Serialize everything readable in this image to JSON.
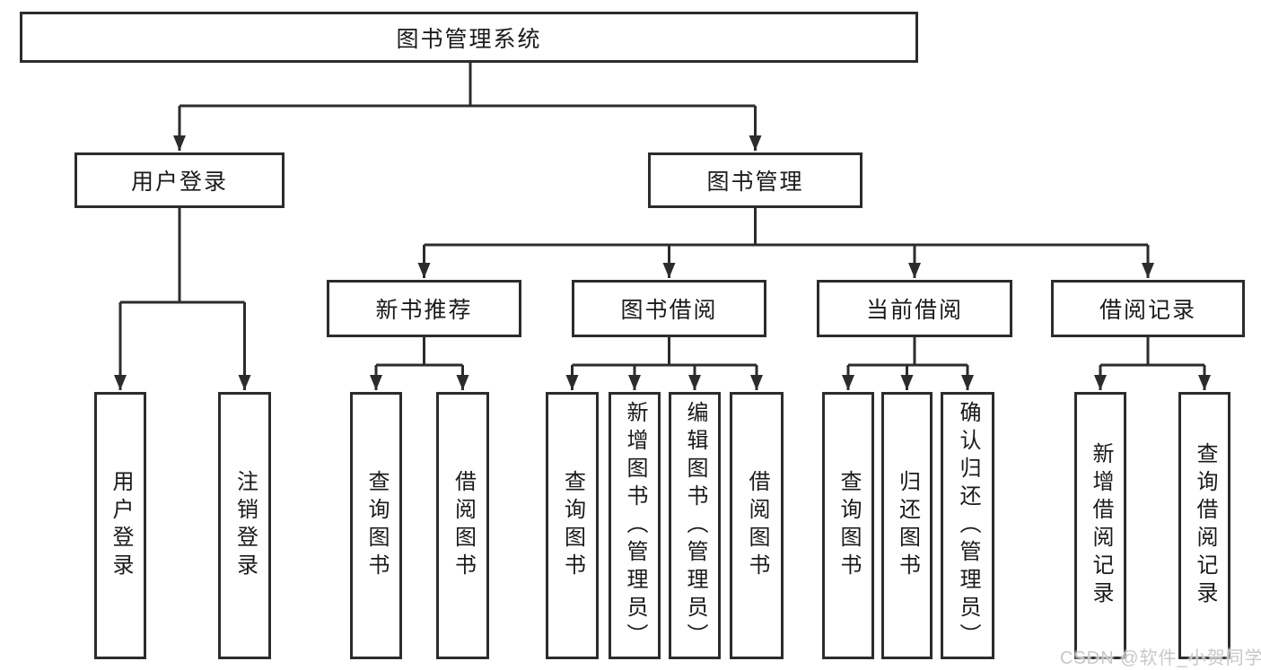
{
  "diagram": {
    "type": "tree-structure-diagram",
    "title": "图书管理系统",
    "colors": {
      "background": "#ffffff",
      "line": "#2c2c2c",
      "box_border": "#2c2c2c",
      "text": "#1a1a1a",
      "watermark": "#c8c8c8"
    },
    "watermark": "CSDN @软件_小贺同学",
    "nodes": {
      "root": "图书管理系统",
      "user_login": "用户登录",
      "book_mgmt": "图书管理",
      "new_book_rec": "新书推荐",
      "book_borrow": "图书借阅",
      "current_borrow": "当前借阅",
      "borrow_records": "借阅记录",
      "ul_login": "用户登录",
      "ul_logout": "注销登录",
      "nb_query": "查询图书",
      "nb_borrow": "借阅图书",
      "bb_query": "查询图书",
      "bb_add": "新增图书（管理员）",
      "bb_edit": "编辑图书（管理员）",
      "bb_borrow": "借阅图书",
      "cb_query": "查询图书",
      "cb_return": "归还图书",
      "cb_confirm": "确认归还（管理员）",
      "br_add": "新增借阅记录",
      "br_query": "查询借阅记录"
    },
    "hierarchy": {
      "图书管理系统": {
        "用户登录": [
          "用户登录",
          "注销登录"
        ],
        "图书管理": {
          "新书推荐": [
            "查询图书",
            "借阅图书"
          ],
          "图书借阅": [
            "查询图书",
            "新增图书（管理员）",
            "编辑图书（管理员）",
            "借阅图书"
          ],
          "当前借阅": [
            "查询图书",
            "归还图书",
            "确认归还（管理员）"
          ],
          "借阅记录": [
            "新增借阅记录",
            "查询借阅记录"
          ]
        }
      }
    }
  }
}
